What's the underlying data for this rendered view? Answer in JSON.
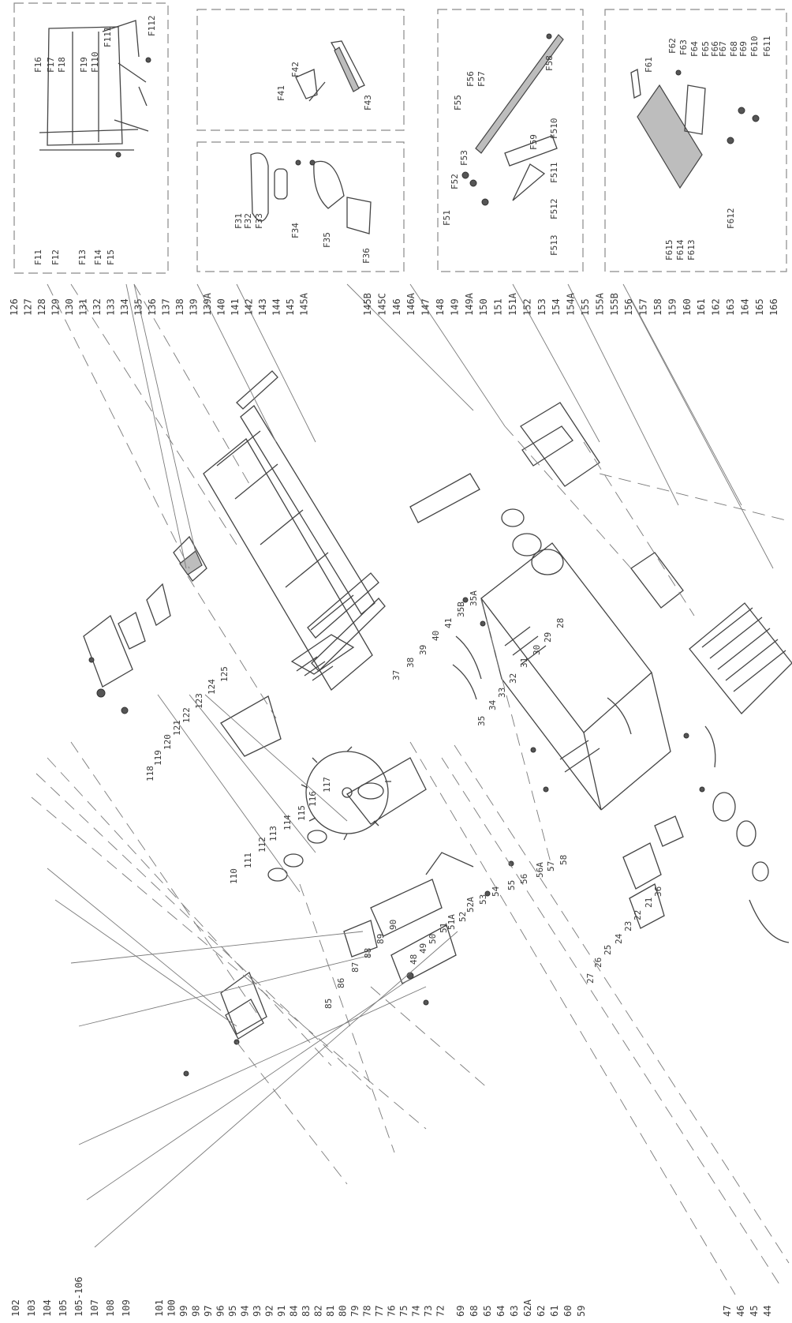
{
  "panel_f1": {
    "labels": [
      "F11",
      "F12",
      "F13",
      "F14",
      "F15",
      "F16",
      "F17",
      "F18",
      "F19",
      "F110",
      "F111",
      "F112"
    ]
  },
  "panel_f4": {
    "labels": [
      "F41",
      "F42",
      "F43"
    ]
  },
  "panel_f3": {
    "labels": [
      "F31",
      "F32",
      "F33",
      "F34",
      "F35",
      "F36"
    ]
  },
  "panel_f5": {
    "labels": [
      "F51",
      "F52",
      "F53",
      "F55",
      "F56",
      "F57",
      "F58",
      "F59",
      "F510",
      "F511",
      "F512",
      "F513"
    ]
  },
  "panel_f6": {
    "labels": [
      "F61",
      "F62",
      "F63",
      "F64",
      "F65",
      "F66",
      "F67",
      "F68",
      "F69",
      "F610",
      "F611",
      "F612",
      "F613",
      "F614",
      "F615"
    ]
  },
  "top_callouts": [
    "126",
    "127",
    "128",
    "129",
    "130",
    "131",
    "132",
    "133",
    "134",
    "135",
    "136",
    "137",
    "138",
    "139",
    "139A",
    "140",
    "141",
    "142",
    "143",
    "144",
    "145",
    "145A"
  ],
  "right_callouts": [
    "145B",
    "145C",
    "146",
    "146A",
    "147",
    "148",
    "149",
    "149A",
    "150",
    "151",
    "151A",
    "152",
    "153",
    "154",
    "154A",
    "155",
    "155A",
    "155B",
    "156",
    "157",
    "158",
    "159",
    "160",
    "161",
    "162",
    "163",
    "164",
    "165",
    "166"
  ],
  "left_callouts_top": [
    "101",
    "100",
    "99",
    "98",
    "97",
    "96",
    "95",
    "94",
    "93",
    "92",
    "91",
    "84",
    "83",
    "82",
    "81",
    "80",
    "79",
    "78",
    "77",
    "76",
    "75",
    "74",
    "73",
    "72"
  ],
  "left_callouts_mid": [
    "69",
    "68",
    "65",
    "64",
    "63",
    "62A",
    "62",
    "61",
    "60",
    "59"
  ],
  "left_callouts_bottom": [
    "47",
    "46",
    "45",
    "44"
  ],
  "upper_mid_callouts": [
    "102",
    "103",
    "104",
    "105",
    "105-106",
    "107",
    "108",
    "109"
  ],
  "assembly_callouts": [
    "110",
    "111",
    "112",
    "113",
    "114",
    "115",
    "116",
    "117",
    "118",
    "119",
    "120",
    "121",
    "122",
    "123",
    "124",
    "125",
    "85",
    "86",
    "87",
    "88",
    "89",
    "90",
    "48",
    "49",
    "50",
    "51",
    "51A",
    "52",
    "52A",
    "53",
    "54",
    "55",
    "56",
    "56A",
    "57",
    "58",
    "35",
    "34",
    "33",
    "32",
    "31",
    "30",
    "29",
    "28",
    "27",
    "26",
    "25",
    "24",
    "23",
    "22",
    "21",
    "36",
    "37",
    "38",
    "39",
    "40",
    "41",
    "35B",
    "35A"
  ]
}
